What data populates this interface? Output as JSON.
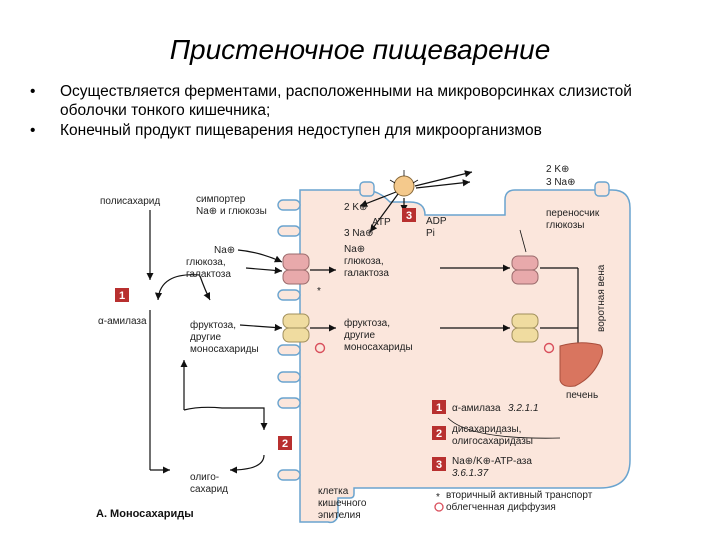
{
  "title": "Пристеночное пищеварение",
  "bullets": [
    "Осуществляется ферментами, расположенными на микроворсинках слизистой оболочки тонкого кишечника;",
    "Конечный продукт пищеварения недоступен для микроорганизмов"
  ],
  "bullet_symbol": "•",
  "colors": {
    "membrane_fill": "#fbe6dc",
    "membrane_stroke": "#6aa4cf",
    "badge_red": "#b8302f",
    "transporter": "#e8a9ab",
    "fructose_transporter": "#f0dca0",
    "liver": "#d9755f",
    "pump": "#f4c98c"
  },
  "diagram": {
    "polysaccharide": "полисахарид",
    "symporter_line1": "симпортер",
    "symporter_line2": "Na⊕ и глюкозы",
    "na_left": "Na⊕",
    "glucose_left_1": "глюкоза,",
    "glucose_left_2": "галактоза",
    "star": "*",
    "alpha_amylase": "α-амилаза",
    "fructose_left_1": "фруктоза,",
    "fructose_left_2": "другие",
    "fructose_left_3": "моносахариды",
    "oligo_1": "олиго-",
    "oligo_2": "сахарид",
    "caption": "А. Моносахариды",
    "cell_1": "клетка",
    "cell_2": "кишечного",
    "cell_3": "эпителия",
    "k_in": "2 K⊕",
    "na_in": "3 Na⊕",
    "atp": "ATP",
    "adp": "ADP",
    "pi": "Pi",
    "na_mid": "Na⊕",
    "glucose_mid_1": "глюкоза,",
    "glucose_mid_2": "галактоза",
    "fructose_mid_1": "фруктоза,",
    "fructose_mid_2": "другие",
    "fructose_mid_3": "моносахариды",
    "k_out": "2 K⊕",
    "na_out": "3 Na⊕",
    "carrier_1": "переносчик",
    "carrier_2": "глюкозы",
    "portal_vein": "воротная вена",
    "liver": "печень",
    "badges": {
      "one": "1",
      "two": "2",
      "three": "3"
    }
  },
  "legend": {
    "item1": "α-амилаза",
    "item1_ec": "3.2.1.1",
    "item2_line1": "дисахаридазы,",
    "item2_line2": "олигосахаридазы",
    "item3_line1": "Na⊕/K⊕-ATP-аза",
    "item3_ec": "3.6.1.37",
    "secondary_symbol": "*",
    "secondary": "вторичный активный транспорт",
    "facilitated": "облегченная диффузия"
  }
}
